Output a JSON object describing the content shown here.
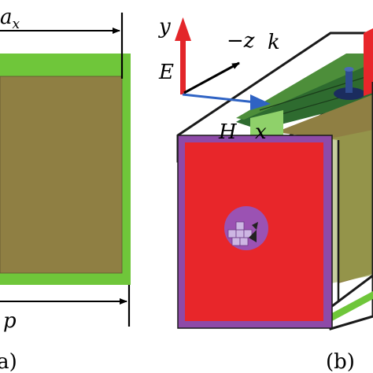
{
  "panel_a": {
    "label": "(a)",
    "dim_top": {
      "symbol": "a",
      "subscript": "x"
    },
    "dim_bottom": {
      "symbol": "p"
    }
  },
  "panel_b": {
    "label": "(b)",
    "axes": {
      "y": "y",
      "neg_z": "−z",
      "k": "k",
      "E": "E",
      "H": "H",
      "x": "x"
    }
  },
  "colors": {
    "substrate_green": "#6fc63a",
    "patch_olive": "#8f7f43",
    "port_red": "#e8262a",
    "port_border_purple": "#8e4aa8",
    "top_dark_green": "#2e6b2f",
    "side_green": "#8fd16a",
    "e_arrow_red": "#e3262a",
    "h_arrow_blue": "#2f63c4"
  }
}
